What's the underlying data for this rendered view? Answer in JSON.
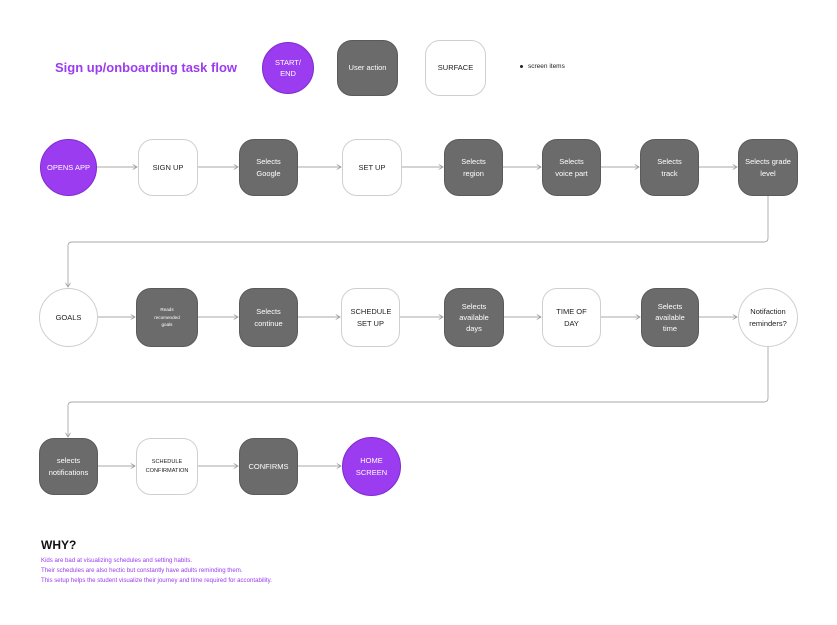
{
  "title": "Sign up/onboarding task flow",
  "legend": {
    "start_end": "START/ END",
    "user_action": "User action",
    "surface": "SURFACE",
    "screen_items": "screen items"
  },
  "row1": {
    "n1": "OPENS APP",
    "n2": "SIGN UP",
    "n3": "Selects Google",
    "n4": "SET UP",
    "n5": "Selects region",
    "n6": "Selects voice part",
    "n7": "Selects track",
    "n8": "Selects grade level"
  },
  "row2": {
    "n1": "GOALS",
    "n2": "Reads recomended goals",
    "n3": "Selects continue",
    "n4": "SCHEDULE SET UP",
    "n5": "Selects available days",
    "n6": "TIME OF DAY",
    "n7": "Selects available time",
    "n8": "Notifaction reminders?"
  },
  "row3": {
    "n1": "selects notifications",
    "n2": "SCHEDULE CONFIRMATION",
    "n3": "CONFIRMS",
    "n4": "HOME SCREEN"
  },
  "why": {
    "heading": "WHY?",
    "lines": [
      "Kids are bad at visualizing schedules and setting habits.",
      "Their schedules are also hectic  but constantly have adults reminding them.",
      "This setup helps the student visualize their journey and time required for accontability."
    ]
  },
  "colors": {
    "accent": "#9b3cf0",
    "action": "#6b6b6b",
    "surface_border": "#cfcfcf"
  }
}
